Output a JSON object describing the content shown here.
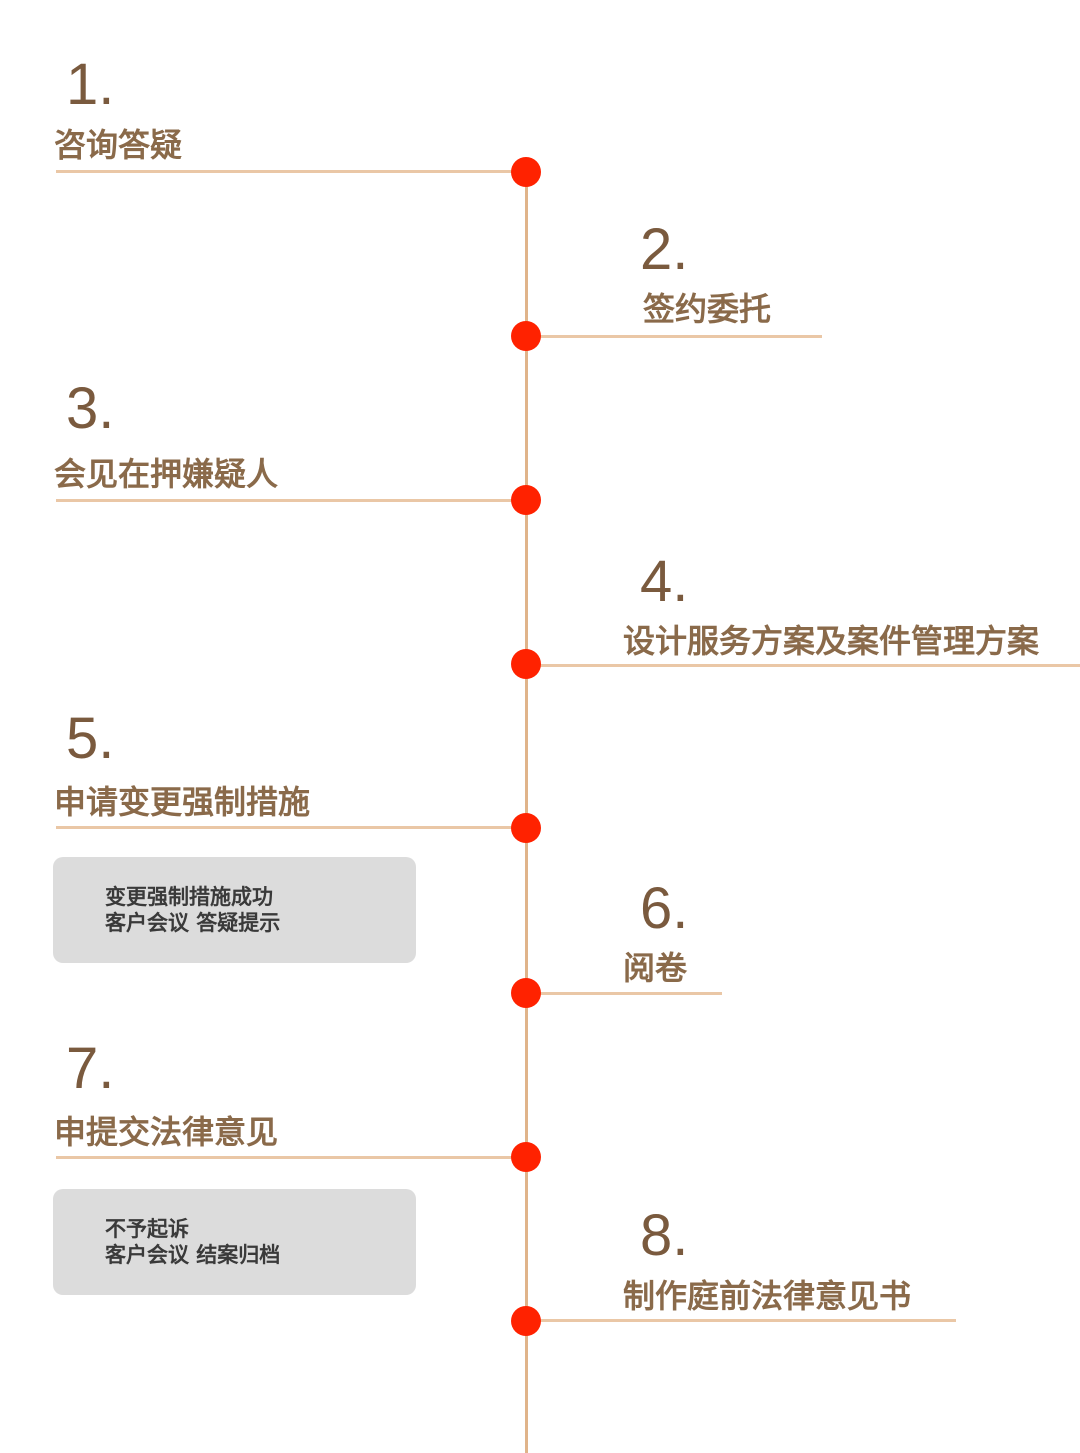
{
  "steps": [
    {
      "number": "1.",
      "label": "咨询答疑"
    },
    {
      "number": "2.",
      "label": "签约委托"
    },
    {
      "number": "3.",
      "label": "会见在押嫌疑人"
    },
    {
      "number": "4.",
      "label": "设计服务方案及案件管理方案"
    },
    {
      "number": "5.",
      "label": "申请变更强制措施"
    },
    {
      "number": "6.",
      "label": "阅卷"
    },
    {
      "number": "7.",
      "label": "申提交法律意见"
    },
    {
      "number": "8.",
      "label": "制作庭前法律意见书"
    }
  ],
  "notes": [
    {
      "lines": [
        "变更强制措施成功",
        "客户会议 答疑提示"
      ]
    },
    {
      "lines": [
        "不予起诉",
        "客户会议  结案归档"
      ]
    }
  ],
  "colors": {
    "spine": "#e0b48a",
    "dot": "#ff2200",
    "number": "#7a5a3e",
    "label": "#8a6a4a",
    "note_bg": "#dcdcdc"
  }
}
